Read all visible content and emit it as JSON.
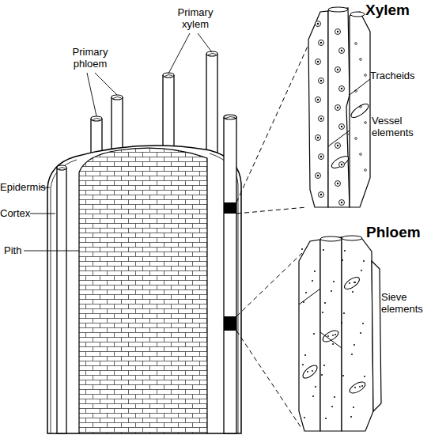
{
  "diagram": {
    "labels": [
      "Primary xylem",
      "Primary phloem",
      "Xylem",
      "Tracheids",
      "Vessel elements",
      "Epidermis",
      "Cortex",
      "Pith",
      "Phloem",
      "Sieve elements"
    ]
  }
}
